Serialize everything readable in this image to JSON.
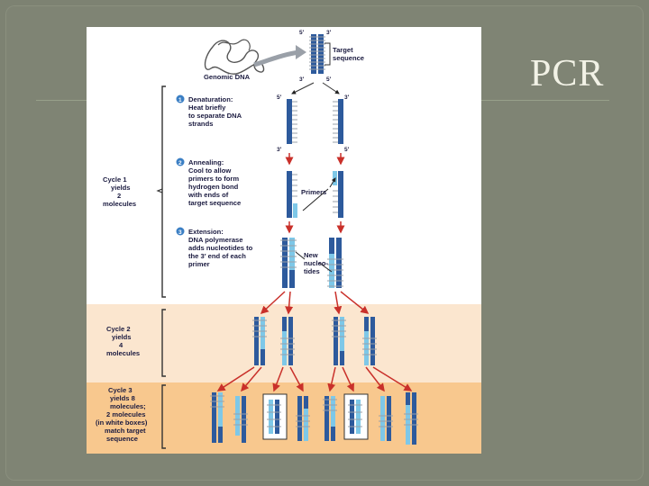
{
  "slide": {
    "title": "PCR",
    "colors": {
      "background": "#7f8474",
      "title": "#f2f2e6",
      "accent_arrow": "#c9302a",
      "strand_dark": "#2d5a9c",
      "strand_light": "#7ec8e8",
      "cycle2_band": "#fbe6cf",
      "cycle3_band": "#f8c88e"
    }
  },
  "figure": {
    "genomic_dna_label": "Genomic DNA",
    "target_sequence_label": [
      "Target",
      "sequence"
    ],
    "end_labels": {
      "five_prime": "5′",
      "three_prime": "3′"
    },
    "steps": [
      {
        "number": "1",
        "lines": [
          "Denaturation:",
          "Heat briefly",
          "to separate DNA",
          "strands"
        ]
      },
      {
        "number": "2",
        "lines": [
          "Annealing:",
          "Cool to allow",
          "primers to form",
          "hydrogen bond",
          "with ends of",
          "target sequence"
        ]
      },
      {
        "number": "3",
        "lines": [
          "Extension:",
          "DNA polymerase",
          "adds nucleotides to",
          "the 3′ end of each",
          "primer"
        ]
      }
    ],
    "callouts": {
      "primers": "Primers",
      "new_nucleotides": [
        "New",
        "nucleo-",
        "tides"
      ]
    },
    "cycles": [
      {
        "lines": [
          "Cycle 1",
          "yields",
          "2",
          "molecules"
        ]
      },
      {
        "lines": [
          "Cycle 2",
          "yields",
          "4",
          "molecules"
        ]
      },
      {
        "lines": [
          "Cycle 3",
          "yields 8",
          "molecules;",
          "2 molecules",
          "(in white boxes)",
          "match target",
          "sequence"
        ]
      }
    ]
  }
}
